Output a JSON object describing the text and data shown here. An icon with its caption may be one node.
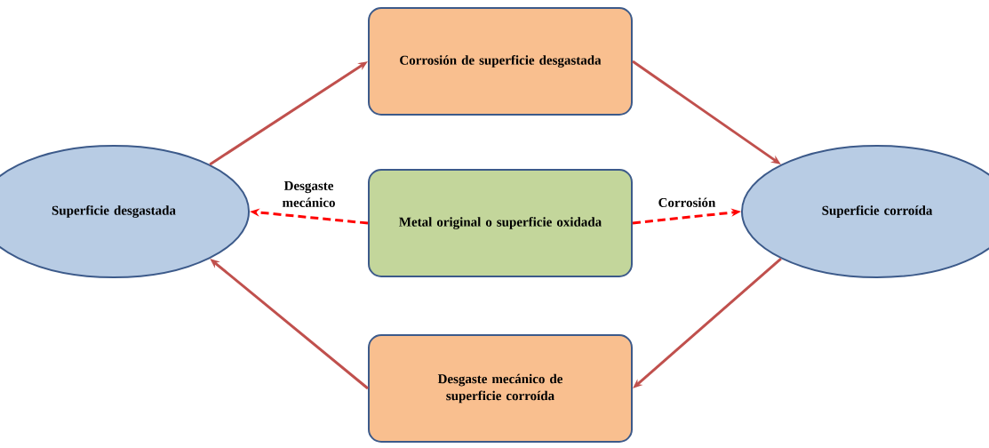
{
  "diagram": {
    "nodes": [
      {
        "text": [
          "Corrosión de superficie desgastada"
        ]
      },
      {
        "text": [
          "Superficie desgastada"
        ]
      },
      {
        "text": [
          "Metal original o superficie oxidada"
        ]
      },
      {
        "text": [
          "Superficie corroída"
        ]
      },
      {
        "text": [
          "Desgaste mecánico de superficie corroída"
        ]
      }
    ],
    "edges": [
      {
        "from": 1,
        "to": 0,
        "arrow": "to"
      },
      {
        "from": 0,
        "to": 3,
        "arrow": "to"
      },
      {
        "from": 3,
        "to": 4,
        "arrow": "to"
      },
      {
        "from": 4,
        "to": 1,
        "arrow": "to"
      },
      {
        "from": 2,
        "to": 1,
        "arrow": "to",
        "label": "Desgaste mecánico",
        "style": "dashed",
        "color": "#ff0000"
      },
      {
        "from": 2,
        "to": 3,
        "arrow": "to",
        "label": "Corrosión",
        "style": "dashed",
        "color": "#ff0000"
      }
    ]
  }
}
